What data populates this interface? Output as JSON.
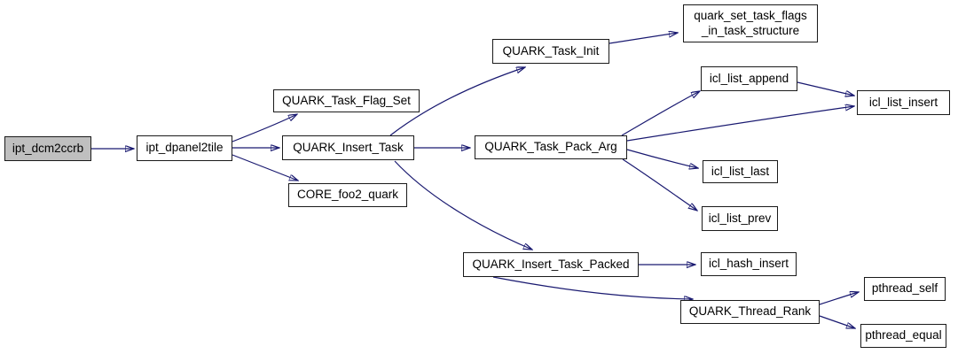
{
  "graph": {
    "type": "call-graph",
    "colors": {
      "background": "#ffffff",
      "edge": "#191970",
      "node_border": "#1a1a1a",
      "node_fill": "#ffffff",
      "current_node_fill": "#bfbfbf",
      "text": "#000000"
    },
    "nodes": [
      {
        "id": "ipt_dcm2ccrb",
        "label": "ipt_dcm2ccrb",
        "current": true
      },
      {
        "id": "ipt_dpanel2tile",
        "label": "ipt_dpanel2tile"
      },
      {
        "id": "QUARK_Task_Flag_Set",
        "label": "QUARK_Task_Flag_Set"
      },
      {
        "id": "QUARK_Insert_Task",
        "label": "QUARK_Insert_Task"
      },
      {
        "id": "CORE_foo2_quark",
        "label": "CORE_foo2_quark"
      },
      {
        "id": "QUARK_Task_Init",
        "label": "QUARK_Task_Init"
      },
      {
        "id": "quark_set_task_flags_in_task_structure",
        "label": "quark_set_task_flags\n_in_task_structure"
      },
      {
        "id": "QUARK_Task_Pack_Arg",
        "label": "QUARK_Task_Pack_Arg"
      },
      {
        "id": "icl_list_append",
        "label": "icl_list_append"
      },
      {
        "id": "icl_list_insert",
        "label": "icl_list_insert"
      },
      {
        "id": "icl_list_last",
        "label": "icl_list_last"
      },
      {
        "id": "icl_list_prev",
        "label": "icl_list_prev"
      },
      {
        "id": "QUARK_Insert_Task_Packed",
        "label": "QUARK_Insert_Task_Packed"
      },
      {
        "id": "icl_hash_insert",
        "label": "icl_hash_insert"
      },
      {
        "id": "QUARK_Thread_Rank",
        "label": "QUARK_Thread_Rank"
      },
      {
        "id": "pthread_self",
        "label": "pthread_self"
      },
      {
        "id": "pthread_equal",
        "label": "pthread_equal"
      }
    ],
    "edges": [
      {
        "from": "ipt_dcm2ccrb",
        "to": "ipt_dpanel2tile"
      },
      {
        "from": "ipt_dpanel2tile",
        "to": "QUARK_Task_Flag_Set"
      },
      {
        "from": "ipt_dpanel2tile",
        "to": "QUARK_Insert_Task"
      },
      {
        "from": "ipt_dpanel2tile",
        "to": "CORE_foo2_quark"
      },
      {
        "from": "QUARK_Insert_Task",
        "to": "QUARK_Task_Init"
      },
      {
        "from": "QUARK_Insert_Task",
        "to": "QUARK_Task_Pack_Arg"
      },
      {
        "from": "QUARK_Insert_Task",
        "to": "QUARK_Insert_Task_Packed"
      },
      {
        "from": "QUARK_Task_Init",
        "to": "quark_set_task_flags_in_task_structure"
      },
      {
        "from": "QUARK_Task_Pack_Arg",
        "to": "icl_list_append"
      },
      {
        "from": "QUARK_Task_Pack_Arg",
        "to": "icl_list_insert"
      },
      {
        "from": "QUARK_Task_Pack_Arg",
        "to": "icl_list_last"
      },
      {
        "from": "QUARK_Task_Pack_Arg",
        "to": "icl_list_prev"
      },
      {
        "from": "icl_list_append",
        "to": "icl_list_insert"
      },
      {
        "from": "QUARK_Insert_Task_Packed",
        "to": "icl_hash_insert"
      },
      {
        "from": "QUARK_Insert_Task_Packed",
        "to": "QUARK_Thread_Rank"
      },
      {
        "from": "QUARK_Thread_Rank",
        "to": "pthread_self"
      },
      {
        "from": "QUARK_Thread_Rank",
        "to": "pthread_equal"
      }
    ]
  }
}
